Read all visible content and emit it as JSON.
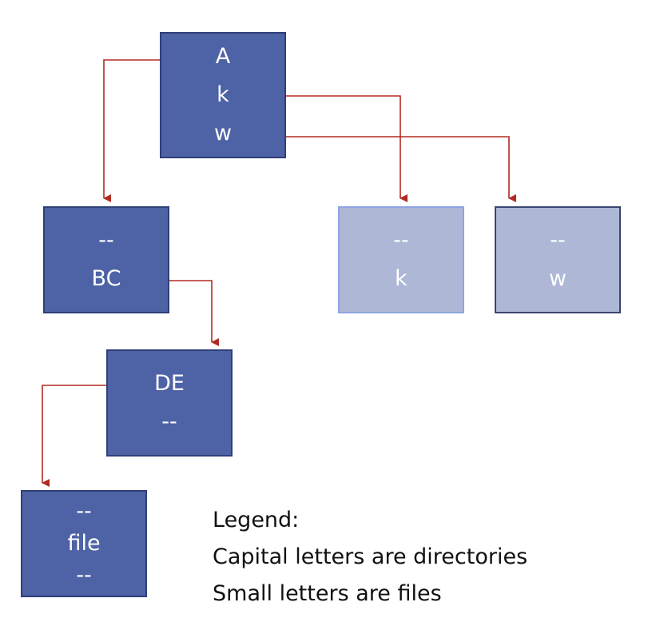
{
  "nodes": {
    "A": {
      "lines": [
        "A",
        "k",
        "w"
      ],
      "kind": "directory"
    },
    "BC": {
      "lines": [
        "--",
        "BC"
      ],
      "kind": "directory"
    },
    "k": {
      "lines": [
        "--",
        "k"
      ],
      "kind": "file"
    },
    "w": {
      "lines": [
        "--",
        "w"
      ],
      "kind": "file"
    },
    "DE": {
      "lines": [
        "DE",
        "--"
      ],
      "kind": "directory"
    },
    "file": {
      "lines": [
        "--",
        "file",
        "--"
      ],
      "kind": "directory"
    }
  },
  "edges": [
    {
      "from": "A.A",
      "to": "BC"
    },
    {
      "from": "A.k",
      "to": "k"
    },
    {
      "from": "A.w",
      "to": "w"
    },
    {
      "from": "BC.BC",
      "to": "DE"
    },
    {
      "from": "DE.DE",
      "to": "file"
    }
  ],
  "legend": {
    "title": "Legend:",
    "line1": "Capital letters are directories",
    "line2": "Small letters are files"
  },
  "colors": {
    "directory_fill": "#4e62a6",
    "file_fill": "#aeb8d6",
    "arrow": "#b22b22"
  }
}
